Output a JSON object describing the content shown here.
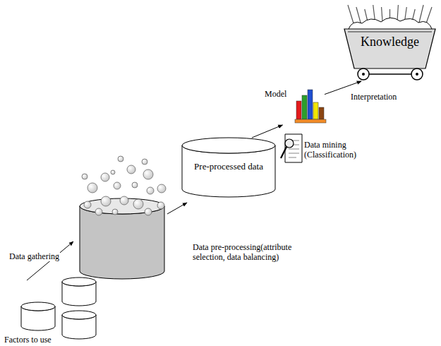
{
  "diagram": {
    "nodes": [
      {
        "text": [
          "Pre-processed data"
        ]
      },
      {
        "text": [
          "Model"
        ]
      },
      {
        "text": [
          "Knowledge"
        ]
      }
    ],
    "edges": [
      {
        "from": 0,
        "to": 1,
        "arrow": "to"
      },
      {
        "from": 1,
        "to": 2,
        "arrow": "to",
        "label": "Interpretation"
      }
    ],
    "labels": [
      "Factors to use",
      "Data gathering",
      "Data pre-processing(attribute selection, data balancing)",
      "Data mining (Classification)"
    ]
  }
}
